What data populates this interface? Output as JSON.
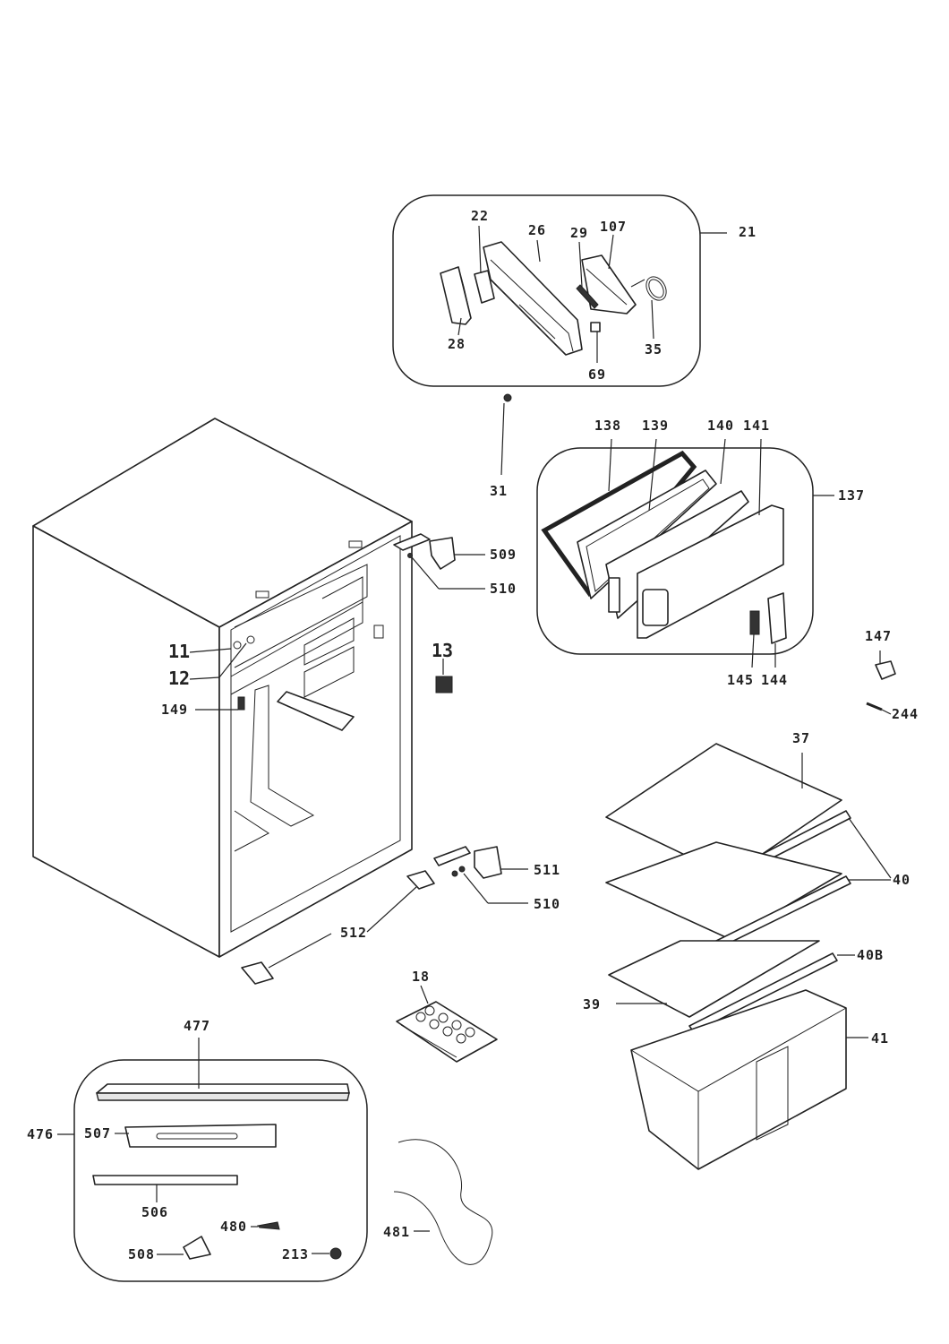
{
  "labels": {
    "l11": "11",
    "l12": "12",
    "l13": "13",
    "l18": "18",
    "l21": "21",
    "l22": "22",
    "l26": "26",
    "l28": "28",
    "l29": "29",
    "l31": "31",
    "l35": "35",
    "l37": "37",
    "l39": "39",
    "l40": "40",
    "l40b": "40B",
    "l41": "41",
    "l69": "69",
    "l107": "107",
    "l137": "137",
    "l138": "138",
    "l139": "139",
    "l140": "140",
    "l141": "141",
    "l144": "144",
    "l145": "145",
    "l147": "147",
    "l149": "149",
    "l213": "213",
    "l244": "244",
    "l476": "476",
    "l477": "477",
    "l480": "480",
    "l481": "481",
    "l506": "506",
    "l507": "507",
    "l508": "508",
    "l509": "509",
    "l510a": "510",
    "l510b": "510",
    "l511": "511",
    "l512": "512"
  }
}
